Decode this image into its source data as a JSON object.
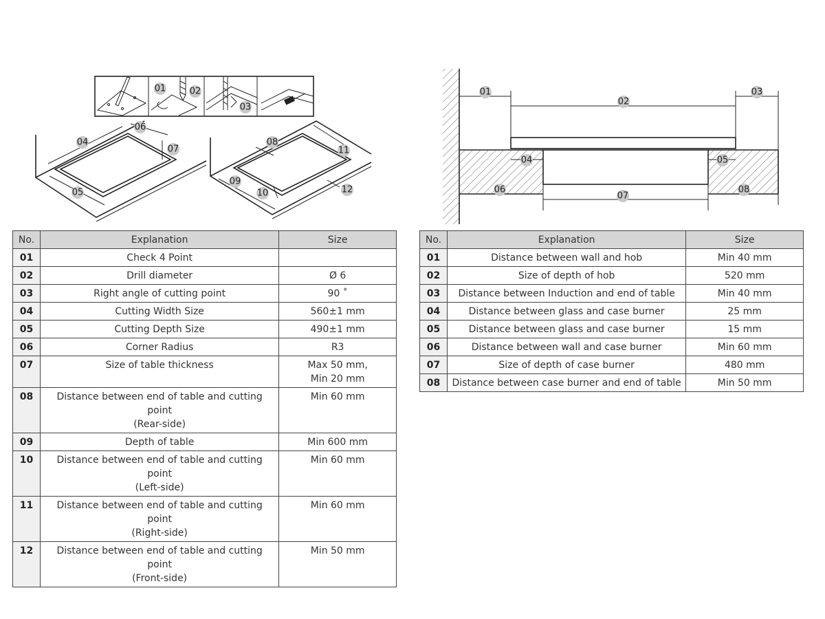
{
  "left_table": {
    "headers": {
      "no": "No.",
      "explanation": "Explanation",
      "size": "Size"
    },
    "rows": [
      {
        "no": "01",
        "explanation": "Check 4 Point",
        "explanation2": "",
        "size": "",
        "size2": ""
      },
      {
        "no": "02",
        "explanation": "Drill diameter",
        "explanation2": "",
        "size": "Ø 6",
        "size2": ""
      },
      {
        "no": "03",
        "explanation": "Right angle of cutting point",
        "explanation2": "",
        "size": "90 ˚",
        "size2": ""
      },
      {
        "no": "04",
        "explanation": "Cutting Width Size",
        "explanation2": "",
        "size": "560±1 mm",
        "size2": ""
      },
      {
        "no": "05",
        "explanation": "Cutting Depth Size",
        "explanation2": "",
        "size": "490±1 mm",
        "size2": ""
      },
      {
        "no": "06",
        "explanation": "Corner Radius",
        "explanation2": "",
        "size": "R3",
        "size2": ""
      },
      {
        "no": "07",
        "explanation": "Size of table thickness",
        "explanation2": "",
        "size": "Max 50 mm,",
        "size2": "Min 20 mm"
      },
      {
        "no": "08",
        "explanation": "Distance between end of table and cutting point",
        "explanation2": "(Rear-side)",
        "size": "Min 60 mm",
        "size2": ""
      },
      {
        "no": "09",
        "explanation": "Depth of table",
        "explanation2": "",
        "size": "Min 600 mm",
        "size2": ""
      },
      {
        "no": "10",
        "explanation": "Distance between end of table and cutting point",
        "explanation2": "(Left-side)",
        "size": "Min 60 mm",
        "size2": ""
      },
      {
        "no": "11",
        "explanation": "Distance between end of table and cutting point",
        "explanation2": "(Right-side)",
        "size": "Min 60 mm",
        "size2": ""
      },
      {
        "no": "12",
        "explanation": "Distance between end of table and cutting point",
        "explanation2": "(Front-side)",
        "size": "Min 50 mm",
        "size2": ""
      }
    ]
  },
  "right_table": {
    "headers": {
      "no": "No.",
      "explanation": "Explanation",
      "size": "Size"
    },
    "rows": [
      {
        "no": "01",
        "explanation": "Distance between wall and hob",
        "size": "Min 40 mm"
      },
      {
        "no": "02",
        "explanation": "Size of depth of hob",
        "size": "520 mm"
      },
      {
        "no": "03",
        "explanation": "Distance between Induction and end of table",
        "size": "Min 40 mm"
      },
      {
        "no": "04",
        "explanation": "Distance between glass and case burner",
        "size": "25 mm"
      },
      {
        "no": "05",
        "explanation": "Distance between glass and case burner",
        "size": "15 mm"
      },
      {
        "no": "06",
        "explanation": "Distance between wall and case burner",
        "size": "Min 60 mm"
      },
      {
        "no": "07",
        "explanation": "Size of depth of case burner",
        "size": "480 mm"
      },
      {
        "no": "08",
        "explanation": "Distance between case burner and end of table",
        "size": "Min 50 mm"
      }
    ]
  },
  "left_diagram_callouts": [
    "01",
    "02",
    "03",
    "04",
    "05",
    "06",
    "07",
    "08",
    "09",
    "10",
    "11",
    "12"
  ],
  "right_diagram_callouts": [
    "01",
    "02",
    "03",
    "04",
    "05",
    "06",
    "07",
    "08"
  ],
  "colors": {
    "callout_fill": "#c9c9c9",
    "header_fill": "#d6d6d6",
    "no_col_fill": "#f0f0f0",
    "line": "#222222"
  }
}
